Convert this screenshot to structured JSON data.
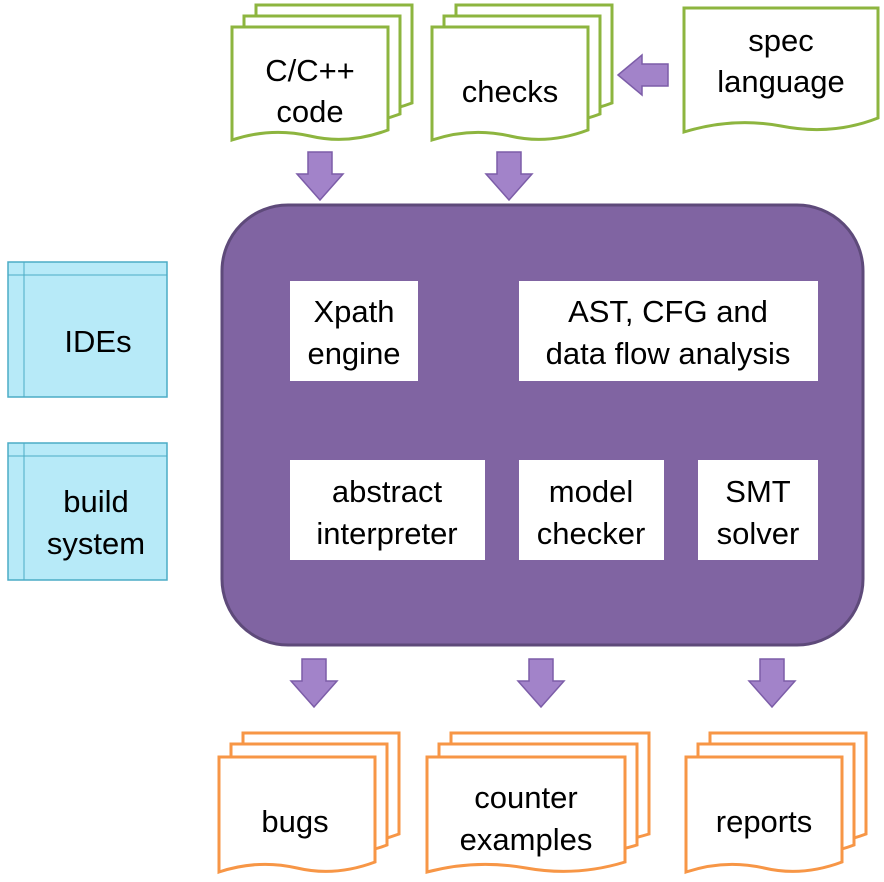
{
  "colors": {
    "input_doc": "#8DB53F",
    "output_doc": "#F79646",
    "engine_fill": "#8064A2",
    "engine_stroke": "#5E4A7A",
    "arrow_fill": "#A283C9",
    "arrow_stroke": "#7C5DA8",
    "side_fill": "#B7EAF8",
    "side_stroke": "#4BACC6"
  },
  "inputs": {
    "code": [
      "C/C++",
      "code"
    ],
    "checks": [
      "checks"
    ],
    "spec": [
      "spec",
      "language"
    ]
  },
  "engine": {
    "xpath": [
      "Xpath",
      "engine"
    ],
    "ast": [
      "AST, CFG and",
      "data flow analysis"
    ],
    "abstract": [
      "abstract",
      "interpreter"
    ],
    "model": [
      "model",
      "checker"
    ],
    "smt": [
      "SMT",
      "solver"
    ]
  },
  "side": {
    "ides": [
      "IDEs"
    ],
    "build": [
      "build",
      "system"
    ]
  },
  "outputs": {
    "bugs": [
      "bugs"
    ],
    "counter": [
      "counter",
      "examples"
    ],
    "reports": [
      "reports"
    ]
  }
}
